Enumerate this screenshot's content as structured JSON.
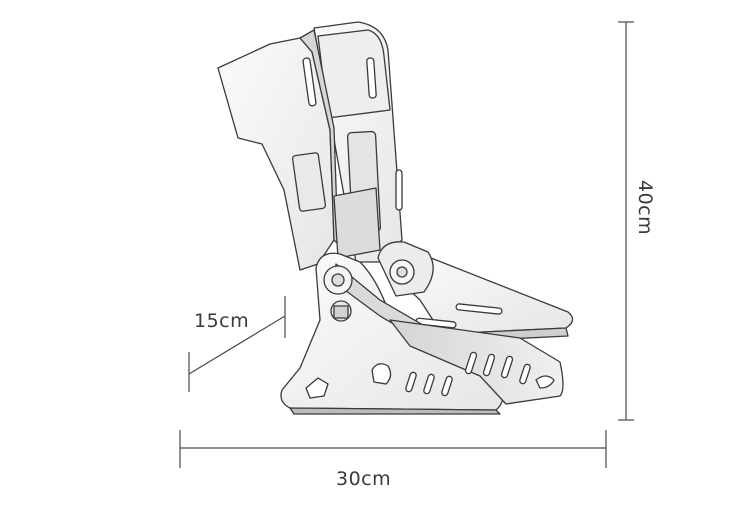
{
  "dimensions": {
    "depth": "15cm",
    "width": "30cm",
    "height": "40cm"
  },
  "colors": {
    "line": "#3a3a3a",
    "metal_light": "#f4f4f4",
    "metal_mid": "#e2e2e2",
    "metal_dark": "#c9c9c9"
  }
}
